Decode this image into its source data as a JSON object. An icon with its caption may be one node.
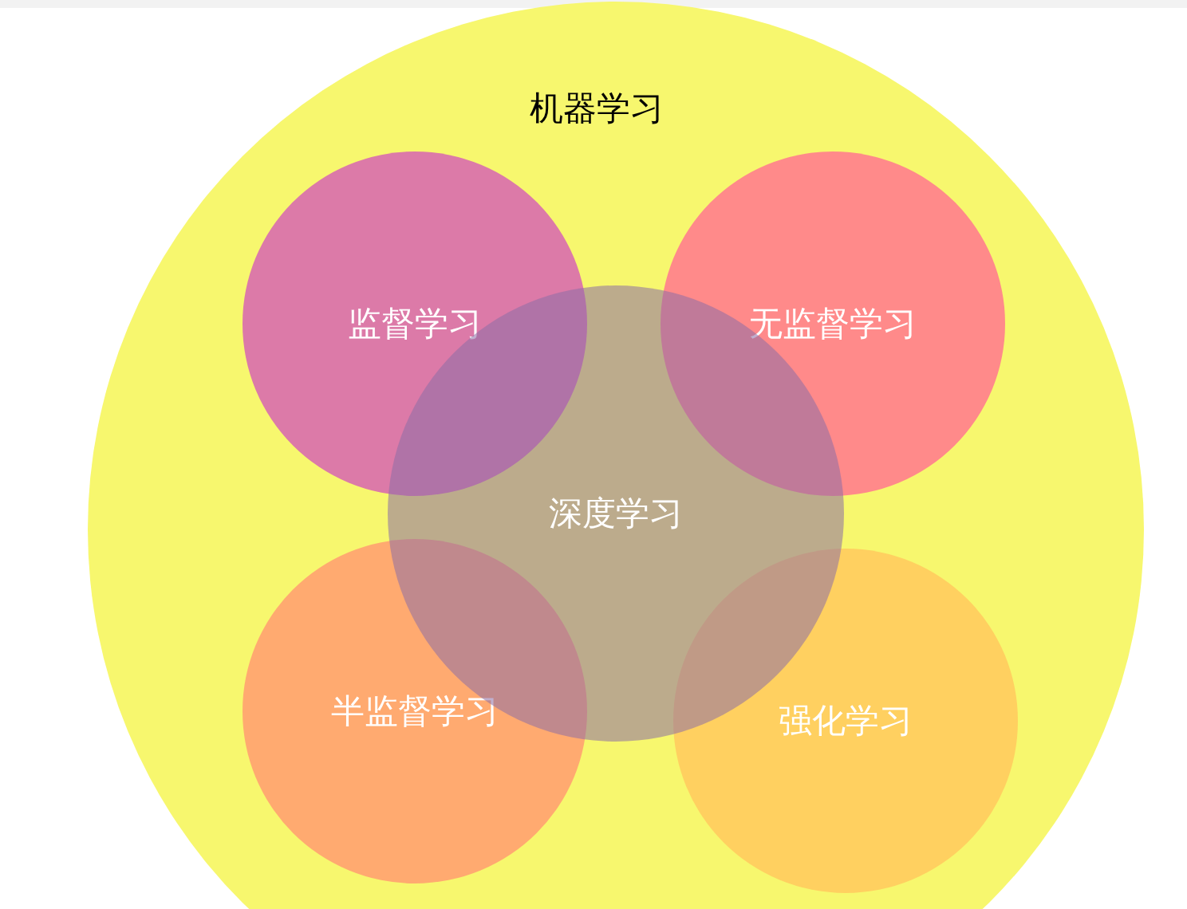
{
  "diagram": {
    "nodes": [
      {
        "text": [
          "机器学习"
        ]
      },
      {
        "text": [
          "监督学习"
        ],
        "in": 0
      },
      {
        "text": [
          "无监督学习"
        ],
        "in": 0
      },
      {
        "text": [
          "半监督学习"
        ],
        "in": 0
      },
      {
        "text": [
          "强化学习"
        ],
        "in": 0
      },
      {
        "text": [
          "深度学习"
        ],
        "in": 0
      }
    ]
  }
}
